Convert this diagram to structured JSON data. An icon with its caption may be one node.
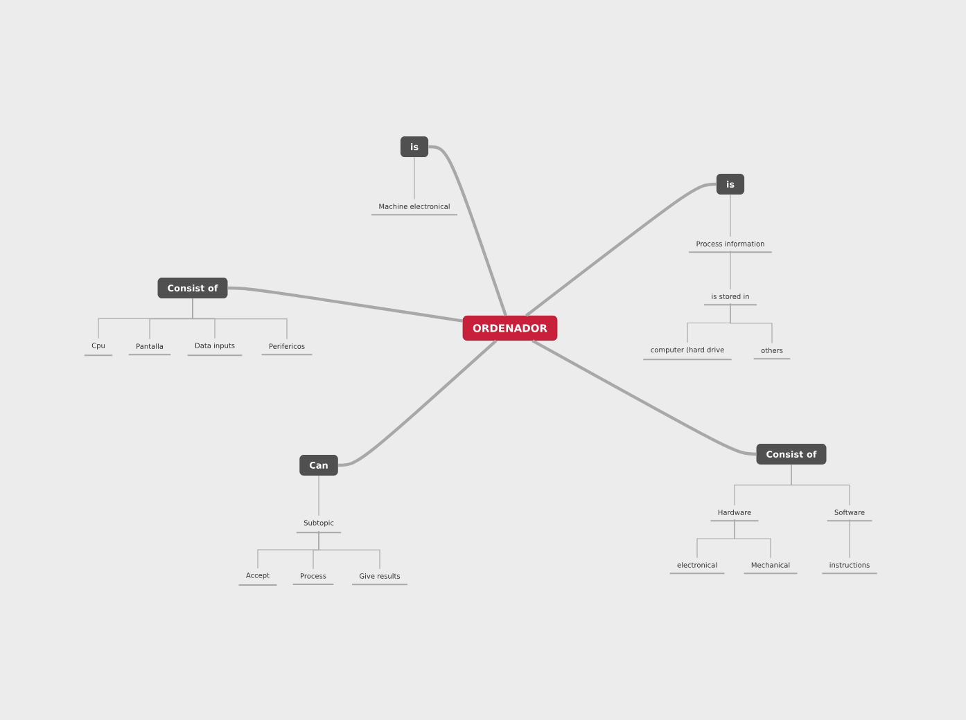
{
  "diagram": {
    "nodes": [
      {
        "text": [
          "ORDENADOR"
        ]
      },
      {
        "text": [
          "is"
        ]
      },
      {
        "text": [
          "Machine electronical"
        ]
      },
      {
        "text": [
          "is"
        ]
      },
      {
        "text": [
          "Process information"
        ]
      },
      {
        "text": [
          "is stored in"
        ]
      },
      {
        "text": [
          "computer (hard drive"
        ]
      },
      {
        "text": [
          "others"
        ]
      },
      {
        "text": [
          "Consist of"
        ]
      },
      {
        "text": [
          "Cpu"
        ]
      },
      {
        "text": [
          "Pantalla"
        ]
      },
      {
        "text": [
          "Data inputs"
        ]
      },
      {
        "text": [
          "Perifericos"
        ]
      },
      {
        "text": [
          "Can"
        ]
      },
      {
        "text": [
          "Subtopic"
        ]
      },
      {
        "text": [
          "Accept"
        ]
      },
      {
        "text": [
          "Process"
        ]
      },
      {
        "text": [
          "Give results"
        ]
      },
      {
        "text": [
          "Consist of"
        ]
      },
      {
        "text": [
          "Hardware"
        ]
      },
      {
        "text": [
          "Software"
        ]
      },
      {
        "text": [
          "electronical"
        ]
      },
      {
        "text": [
          "Mechanical"
        ]
      },
      {
        "text": [
          "instructions"
        ]
      }
    ],
    "edges": [
      {
        "from": 0,
        "to": 1,
        "arrow": "none",
        "style": "thick"
      },
      {
        "from": 0,
        "to": 3,
        "arrow": "none",
        "style": "thick"
      },
      {
        "from": 0,
        "to": 8,
        "arrow": "none",
        "style": "thick"
      },
      {
        "from": 0,
        "to": 13,
        "arrow": "none",
        "style": "thick"
      },
      {
        "from": 0,
        "to": 18,
        "arrow": "none",
        "style": "thick"
      },
      {
        "from": 1,
        "to": 2,
        "arrow": "none"
      },
      {
        "from": 3,
        "to": 4,
        "arrow": "none"
      },
      {
        "from": 4,
        "to": 5,
        "arrow": "none"
      },
      {
        "from": 5,
        "to": 6,
        "arrow": "none"
      },
      {
        "from": 5,
        "to": 7,
        "arrow": "none"
      },
      {
        "from": 8,
        "to": 9,
        "arrow": "none"
      },
      {
        "from": 8,
        "to": 10,
        "arrow": "none"
      },
      {
        "from": 8,
        "to": 11,
        "arrow": "none"
      },
      {
        "from": 8,
        "to": 12,
        "arrow": "none"
      },
      {
        "from": 13,
        "to": 14,
        "arrow": "none"
      },
      {
        "from": 14,
        "to": 15,
        "arrow": "none"
      },
      {
        "from": 14,
        "to": 16,
        "arrow": "none"
      },
      {
        "from": 14,
        "to": 17,
        "arrow": "none"
      },
      {
        "from": 18,
        "to": 19,
        "arrow": "none"
      },
      {
        "from": 18,
        "to": 20,
        "arrow": "none"
      },
      {
        "from": 19,
        "to": 21,
        "arrow": "none"
      },
      {
        "from": 19,
        "to": 22,
        "arrow": "none"
      },
      {
        "from": 20,
        "to": 23,
        "arrow": "none"
      }
    ]
  }
}
